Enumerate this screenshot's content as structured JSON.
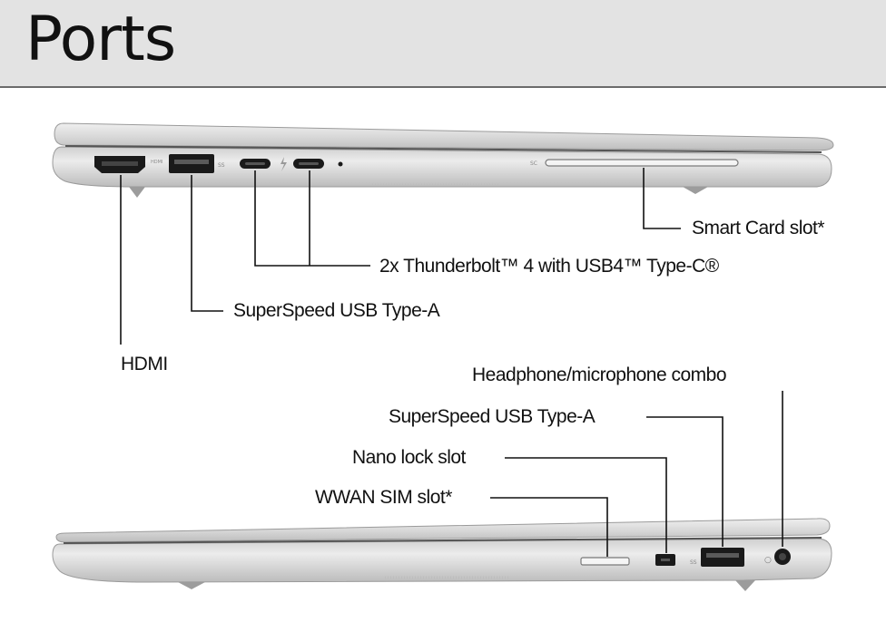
{
  "header": {
    "title": "Ports"
  },
  "top_view": {
    "labels": {
      "smart_card": "Smart Card slot*",
      "thunderbolt": "2x Thunderbolt™ 4 with USB4™ Type-C®",
      "usb_a": "SuperSpeed USB Type-A",
      "hdmi": "HDMI"
    },
    "engravings": {
      "smart_card_mark": "SC"
    }
  },
  "bottom_view": {
    "labels": {
      "headphone": "Headphone/microphone combo",
      "usb_a": "SuperSpeed USB Type-A",
      "nano_lock": "Nano lock slot",
      "wwan_sim": "WWAN SIM slot*"
    }
  },
  "colors": {
    "header_bg": "#e3e3e3",
    "laptop_silver": "#d6d6d6",
    "port_dark": "#1a1a1a",
    "leader_line": "#111111"
  }
}
